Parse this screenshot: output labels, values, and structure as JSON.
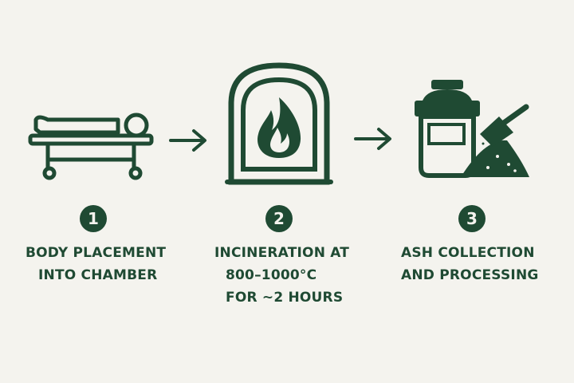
{
  "colors": {
    "primary": "#1f4a33",
    "background": "#f4f3ee"
  },
  "steps": [
    {
      "number": "1",
      "icon": "body-on-stretcher-icon",
      "lines": [
        "BODY PLACEMENT",
        "INTO CHAMBER"
      ]
    },
    {
      "number": "2",
      "icon": "furnace-flame-icon",
      "lines": [
        "INCINERATION AT",
        "800–1000°C",
        "FOR ~2 HOURS"
      ]
    },
    {
      "number": "3",
      "icon": "urn-and-scoop-icon",
      "lines": [
        "ASH COLLECTION",
        "AND PROCESSING"
      ]
    }
  ],
  "connectors": [
    "arrow-right-icon",
    "arrow-right-icon"
  ]
}
